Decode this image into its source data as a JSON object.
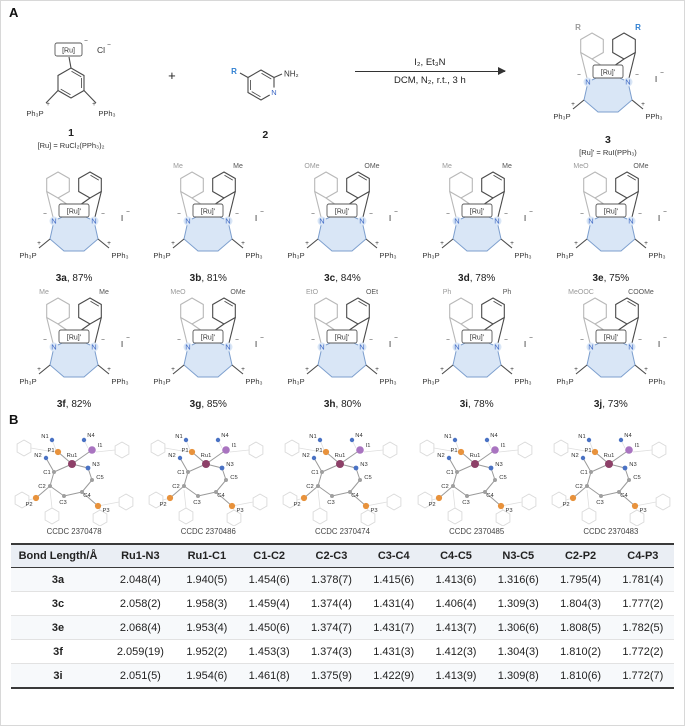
{
  "figure": {
    "panel_a": "A",
    "panel_b": "B"
  },
  "shared": {
    "plus": "+",
    "minus": "−",
    "caption_sep": ", ",
    "ru_prime": "[Ru]'",
    "n_label": "N",
    "iodide": "I",
    "p_left": "Ph₃P",
    "p_right": "PPh₃"
  },
  "scheme": {
    "compound1": {
      "ru": "[Ru]",
      "cl": "Cl",
      "p_left": "Ph₃P",
      "p_right": "PPh₃",
      "number": "1",
      "footnote": "[Ru] = RuCl₂(PPh₃)₂"
    },
    "plus_sign": "+",
    "compound2": {
      "r": "R",
      "n": "N",
      "nh2": "NH₂",
      "number": "2"
    },
    "conditions": {
      "above": "I₂, Et₃N",
      "below": "DCM, N₂, r.t., 3 h"
    },
    "compound3": {
      "sub_left": "R",
      "sub_right": "R",
      "number": "3",
      "footnote": "[Ru]' = RuI(PPh₃)"
    }
  },
  "products": [
    {
      "label": "3a",
      "yield": "87%",
      "sub_left": "",
      "sub_right": ""
    },
    {
      "label": "3b",
      "yield": "81%",
      "sub_left": "Me",
      "sub_right": "Me"
    },
    {
      "label": "3c",
      "yield": "84%",
      "sub_left": "OMe",
      "sub_right": "OMe"
    },
    {
      "label": "3d",
      "yield": "78%",
      "sub_left": "Me",
      "sub_right": "Me"
    },
    {
      "label": "3e",
      "yield": "75%",
      "sub_left": "MeO",
      "sub_right": "OMe"
    },
    {
      "label": "3f",
      "yield": "82%",
      "sub_left": "Me",
      "sub_right": "Me"
    },
    {
      "label": "3g",
      "yield": "85%",
      "sub_left": "MeO",
      "sub_right": "OMe"
    },
    {
      "label": "3h",
      "yield": "80%",
      "sub_left": "EtO",
      "sub_right": "OEt"
    },
    {
      "label": "3i",
      "yield": "78%",
      "sub_left": "Ph",
      "sub_right": "Ph"
    },
    {
      "label": "3j",
      "yield": "73%",
      "sub_left": "MeOOC",
      "sub_right": "COOMe"
    }
  ],
  "crystals": {
    "atoms": {
      "ru1": "Ru1",
      "i1": "I1",
      "p1": "P1",
      "p2": "P2",
      "p3": "P3",
      "n1": "N1",
      "n2": "N2",
      "n3": "N3",
      "n4": "N4",
      "c1": "C1",
      "c2": "C2",
      "c3": "C3",
      "c4": "C4",
      "c5": "C5"
    },
    "items": [
      {
        "ccdc": "CCDC 2370478"
      },
      {
        "ccdc": "CCDC 2370486"
      },
      {
        "ccdc": "CCDC 2370474"
      },
      {
        "ccdc": "CCDC 2370485"
      },
      {
        "ccdc": "CCDC 2370483"
      }
    ]
  },
  "table": {
    "headers": [
      "Bond Length/Å",
      "Ru1-N3",
      "Ru1-C1",
      "C1-C2",
      "C2-C3",
      "C3-C4",
      "C4-C5",
      "N3-C5",
      "C2-P2",
      "C4-P3"
    ],
    "rows": [
      {
        "name": "3a",
        "values": [
          "2.048(4)",
          "1.940(5)",
          "1.454(6)",
          "1.378(7)",
          "1.415(6)",
          "1.413(6)",
          "1.316(6)",
          "1.795(4)",
          "1.781(4)"
        ]
      },
      {
        "name": "3c",
        "values": [
          "2.058(2)",
          "1.958(3)",
          "1.459(4)",
          "1.374(4)",
          "1.431(4)",
          "1.406(4)",
          "1.309(3)",
          "1.804(3)",
          "1.777(2)"
        ]
      },
      {
        "name": "3e",
        "values": [
          "2.068(4)",
          "1.953(4)",
          "1.450(6)",
          "1.374(7)",
          "1.431(7)",
          "1.413(7)",
          "1.306(6)",
          "1.808(5)",
          "1.782(5)"
        ]
      },
      {
        "name": "3f",
        "values": [
          "2.059(19)",
          "1.952(2)",
          "1.453(3)",
          "1.374(3)",
          "1.431(3)",
          "1.412(3)",
          "1.304(3)",
          "1.810(2)",
          "1.772(2)"
        ]
      },
      {
        "name": "3i",
        "values": [
          "2.051(5)",
          "1.954(6)",
          "1.461(8)",
          "1.375(9)",
          "1.422(9)",
          "1.413(9)",
          "1.309(8)",
          "1.810(6)",
          "1.772(7)"
        ]
      }
    ]
  },
  "colors": {
    "nitrogen_blue": "#3b66c4",
    "highlight_blue": "#d9e6f6",
    "ru_purple": "#8d4068",
    "phosphorus_orange": "#e8923c",
    "iodine_purple": "#a974c0",
    "back_gray": "#b8b8b8"
  }
}
